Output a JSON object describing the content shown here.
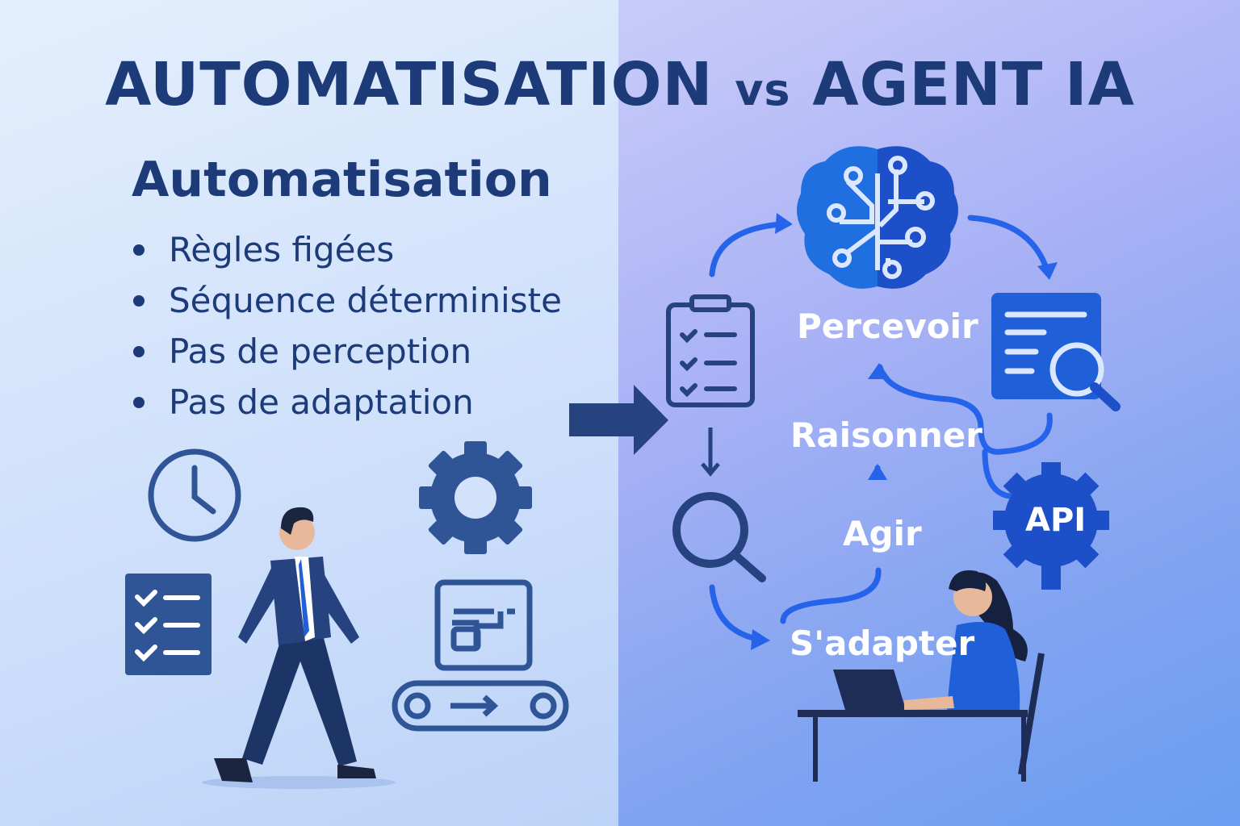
{
  "title": {
    "left": "AUTOMATISATION",
    "vs": "vs",
    "right": "AGENT IA"
  },
  "automation": {
    "heading": "Automatisation",
    "bullets": [
      "Règles figées",
      "Séquence déterministe",
      "Pas de perception",
      "Pas de adaptation"
    ]
  },
  "agent_cycle": {
    "steps": [
      "Percevoir",
      "Raisonner",
      "Agir",
      "S'adapter"
    ],
    "api_label": "API"
  },
  "colors": {
    "navy": "#1d3b78",
    "blue": "#2563eb",
    "icon": "#2f5597"
  }
}
